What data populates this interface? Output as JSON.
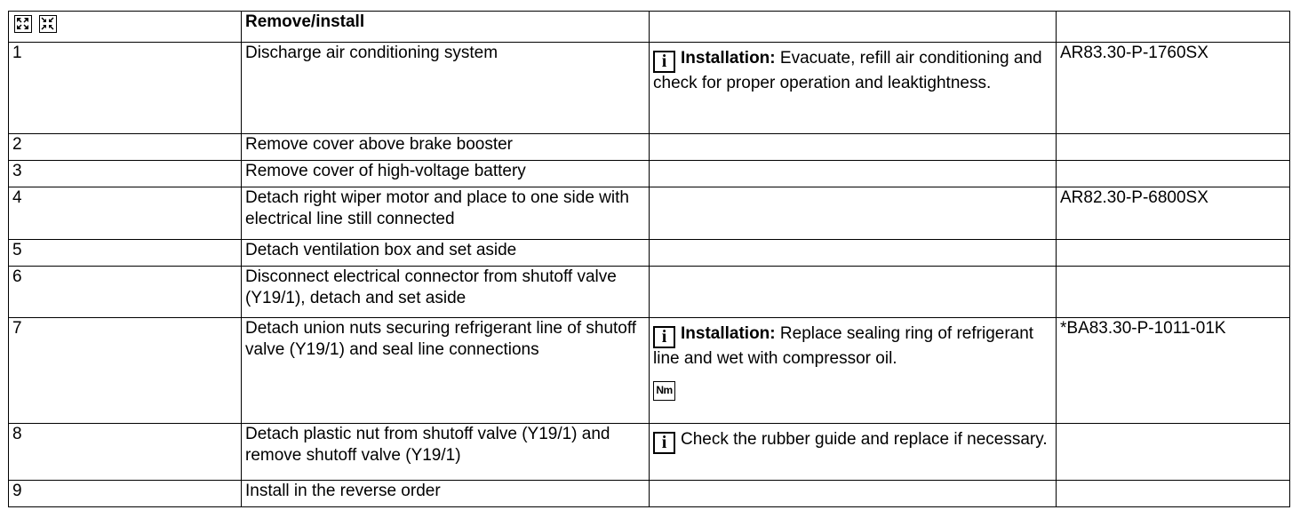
{
  "header": {
    "title": "Remove/install",
    "icons": [
      "expand-all-icon",
      "collapse-all-icon"
    ]
  },
  "steps": [
    {
      "num": "1",
      "action": "Discharge air conditioning system",
      "note_label": "Installation:",
      "note_text": " Evacuate, refill air conditioning and check for proper operation and leaktightness.",
      "ref": "AR83.30-P-1760SX"
    },
    {
      "num": "2",
      "action": "Remove cover above brake booster"
    },
    {
      "num": "3",
      "action": "Remove cover of high-voltage battery"
    },
    {
      "num": "4",
      "action": "Detach right wiper motor and place to one side with electrical line still connected",
      "ref": "AR82.30-P-6800SX"
    },
    {
      "num": "5",
      "action": "Detach ventilation box and set aside"
    },
    {
      "num": "6",
      "action": "Disconnect electrical connector from shutoff valve (Y19/1), detach and set aside"
    },
    {
      "num": "7",
      "action": "Detach union nuts securing refrigerant line of shutoff valve (Y19/1) and seal line connections",
      "note_label": "Installation:",
      "note_text": " Replace sealing ring of refrigerant line and wet with compressor oil.",
      "nm_icon_label": "Nm",
      "ref": "*BA83.30-P-1011-01K"
    },
    {
      "num": "8",
      "action": "Detach plastic nut from shutoff valve (Y19/1) and remove shutoff valve (Y19/1)",
      "note_text": "Check the rubber guide and replace if necessary."
    },
    {
      "num": "9",
      "action": "Install in the reverse order"
    }
  ],
  "icons": {
    "info": "i",
    "torque": "Nm"
  },
  "colors": {
    "text": "#000000",
    "border": "#000000",
    "background": "#ffffff"
  }
}
